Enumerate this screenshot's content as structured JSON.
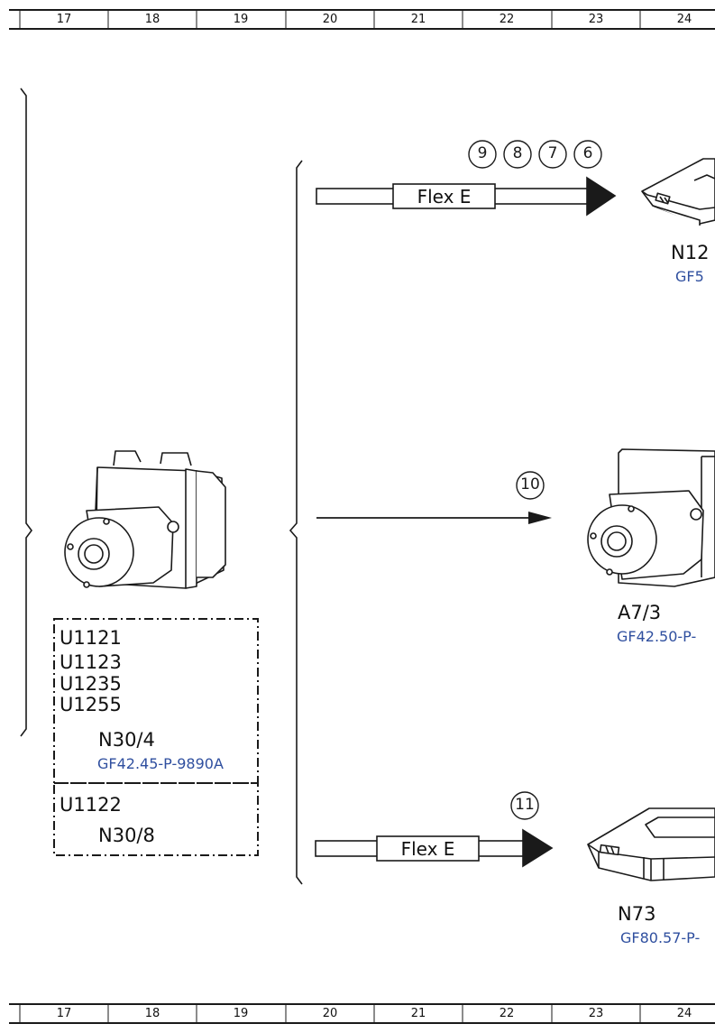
{
  "ruler": {
    "columns": [
      "17",
      "18",
      "19",
      "20",
      "21",
      "22",
      "23",
      "24"
    ]
  },
  "source_module": {
    "box1_codes": [
      "U1121",
      "U1123",
      "U1235",
      "U1255"
    ],
    "box1_component": "N30/4",
    "box1_doc": "GF42.45-P-9890A",
    "box2_code": "U1122",
    "box2_component": "N30/8"
  },
  "connections": [
    {
      "medium": "Flex E",
      "markers": [
        "9",
        "8",
        "7",
        "6"
      ],
      "target_component": "N12",
      "target_doc": "GF5"
    },
    {
      "medium": "",
      "markers": [
        "10"
      ],
      "target_component": "A7/3",
      "target_doc": "GF42.50-P-"
    },
    {
      "medium": "Flex E",
      "markers": [
        "11"
      ],
      "target_component": "N73",
      "target_doc": "GF80.57-P-"
    }
  ],
  "colors": {
    "line": "#1a1a1a",
    "doc_link": "#2f4f9f",
    "background": "#ffffff"
  }
}
